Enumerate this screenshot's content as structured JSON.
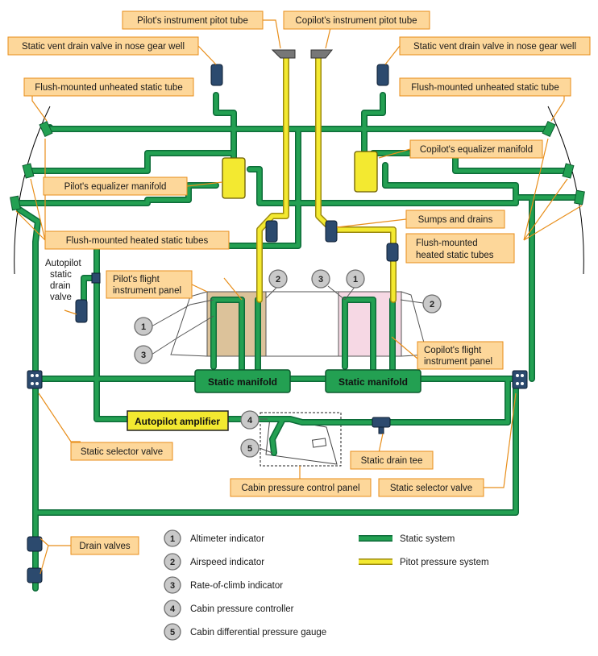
{
  "colors": {
    "static": "#23a052",
    "static_dark": "#0c6b38",
    "pitot": "#f3e930",
    "callout_fill": "#fdd79a",
    "callout_border": "#e88e1a",
    "pilot_panel": "#dcc29a",
    "copilot_panel": "#f6d8e4"
  },
  "labels": {
    "pilot_pitot": "Pilot's instrument pitot tube",
    "copilot_pitot": "Copilot's instrument pitot tube",
    "static_vent_left": "Static vent drain valve in nose gear well",
    "static_vent_right": "Static vent drain valve in nose gear well",
    "unheated_left": "Flush-mounted unheated static tube",
    "unheated_right": "Flush-mounted unheated static tube",
    "copilot_eq": "Copilot's equalizer manifold",
    "pilot_eq": "Pilot's equalizer manifold",
    "sumps": "Sumps and drains",
    "heated_left": "Flush-mounted heated static tubes",
    "heated_right_1": "Flush-mounted",
    "heated_right_2": "heated static tubes",
    "autopilot_drain": [
      "Autopilot",
      "static",
      "drain",
      "valve"
    ],
    "pilot_panel_1": "Pilot's flight",
    "pilot_panel_2": "instrument panel",
    "copilot_panel_1": "Copilot's flight",
    "copilot_panel_2": "instrument panel",
    "static_manifold_left": "Static manifold",
    "static_manifold_right": "Static manifold",
    "autopilot_amp": "Autopilot amplifier",
    "selector_left": "Static selector valve",
    "selector_right": "Static selector valve",
    "drain_tee": "Static drain tee",
    "cabin_panel": "Cabin pressure control panel",
    "drain_valves": "Drain valves"
  },
  "legend": {
    "items": [
      {
        "num": "1",
        "text": "Altimeter indicator"
      },
      {
        "num": "2",
        "text": "Airspeed indicator"
      },
      {
        "num": "3",
        "text": "Rate-of-climb indicator"
      },
      {
        "num": "4",
        "text": "Cabin pressure controller"
      },
      {
        "num": "5",
        "text": "Cabin differential pressure gauge"
      }
    ],
    "static": "Static system",
    "pitot": "Pitot pressure system"
  },
  "markers": {
    "m1": "1",
    "m2": "2",
    "m3": "3",
    "m4": "4",
    "m5": "5"
  }
}
